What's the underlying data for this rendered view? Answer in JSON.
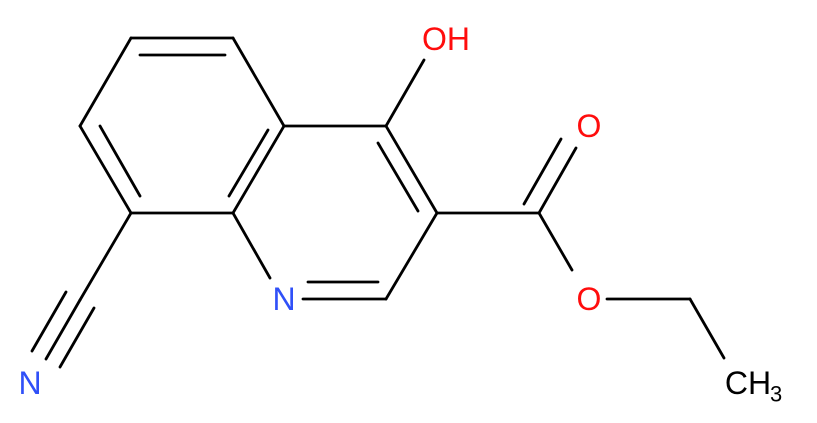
{
  "labels": {
    "hydroxyl": "OH",
    "ring_nitrogen": "N",
    "nitrile_nitrogen": "N",
    "carbonyl_oxygen": "O",
    "ester_oxygen": "O",
    "methyl_main": "CH",
    "methyl_sub": "3"
  },
  "colors": {
    "oxygen": "#FF0D0D",
    "nitrogen": "#3050F8",
    "carbon": "#000000"
  }
}
